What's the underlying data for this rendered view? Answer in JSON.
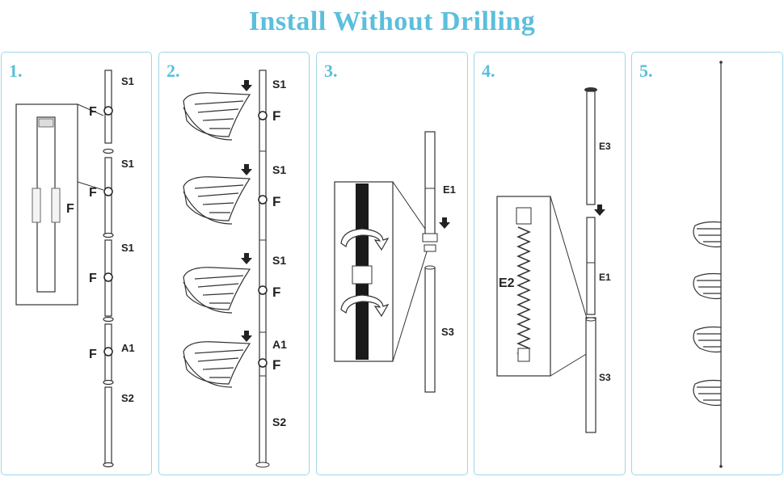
{
  "title": "Install Without Drilling",
  "steps": [
    {
      "number": "1."
    },
    {
      "number": "2."
    },
    {
      "number": "3."
    },
    {
      "number": "4."
    },
    {
      "number": "5."
    }
  ],
  "labels": {
    "s1": "S1",
    "s2": "S2",
    "s3": "S3",
    "a1": "A1",
    "f": "F",
    "e1": "E1",
    "e2": "E2",
    "e3": "E3"
  }
}
